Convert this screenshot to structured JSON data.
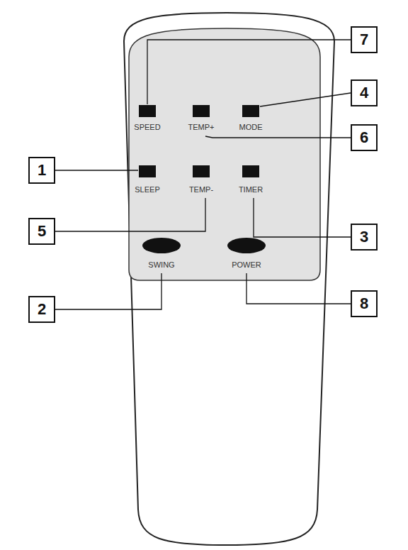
{
  "diagram": {
    "nodes": [
      {
        "text": [
          "7"
        ]
      },
      {
        "text": [
          "4"
        ]
      },
      {
        "text": [
          "6"
        ]
      },
      {
        "text": [
          "1"
        ]
      },
      {
        "text": [
          "5"
        ]
      },
      {
        "text": [
          "3"
        ]
      },
      {
        "text": [
          "8"
        ]
      },
      {
        "text": [
          "2"
        ]
      }
    ],
    "labels": [
      "SPEED",
      "TEMP+",
      "MODE",
      "SLEEP",
      "TEMP-",
      "TIMER",
      "SWING",
      "POWER"
    ]
  }
}
